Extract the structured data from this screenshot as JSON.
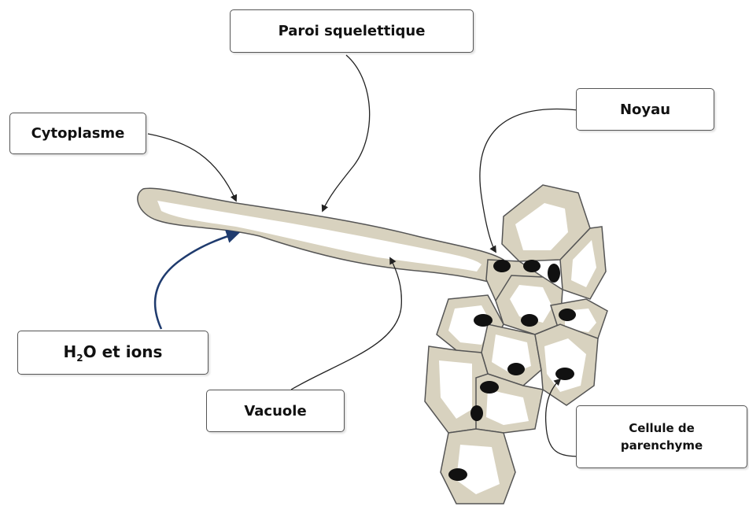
{
  "labels": {
    "paroi": "Paroi squelettique",
    "cytoplasme": "Cytoplasme",
    "noyau": "Noyau",
    "h2o_main": "H",
    "h2o_sub": "2",
    "h2o_rest": "O et ions",
    "vacuole": "Vacuole",
    "cellule_line1": "Cellule de",
    "cellule_line2": "parenchyme"
  },
  "colors": {
    "cell_wall": "#d8d2bf",
    "vacuole": "#ffffff",
    "nucleus": "#111111",
    "outline": "#555555",
    "water_arrow": "#1f3b6e",
    "black_arrow": "#222222"
  }
}
